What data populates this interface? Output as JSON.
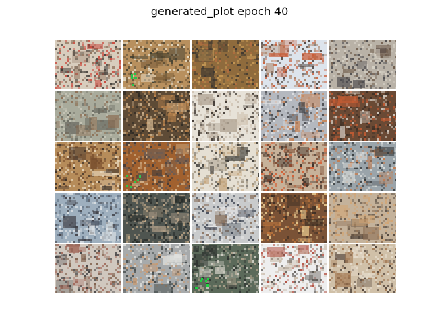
{
  "figure": {
    "title": "generated_plot epoch 40"
  },
  "grid": {
    "rows": 5,
    "cols": 5,
    "tiles": [
      {
        "colors": [
          "#d8cdbd",
          "#8a6b55",
          "#c9463a",
          "#3d3a36",
          "#e3ddd4"
        ]
      },
      {
        "colors": [
          "#b8905e",
          "#3b3b2e",
          "#e8e0cc",
          "#6d5232",
          "#27c44a"
        ]
      },
      {
        "colors": [
          "#8f6b3d",
          "#c89a56",
          "#3c3630",
          "#b56e40",
          "#e7dcc8"
        ]
      },
      {
        "colors": [
          "#dde4ec",
          "#a87b5d",
          "#c95b36",
          "#4a3f3a",
          "#f0f0f0"
        ]
      },
      {
        "colors": [
          "#b9b2a7",
          "#6d5a4a",
          "#d8d3c8",
          "#4b4a4d",
          "#8e7c6c"
        ]
      },
      {
        "colors": [
          "#a9ab9c",
          "#6a6b62",
          "#c8c6b8",
          "#8b6b50",
          "#3b3b34"
        ]
      },
      {
        "colors": [
          "#5e4b36",
          "#c48a50",
          "#2b2823",
          "#d5b891",
          "#7b6a59"
        ]
      },
      {
        "colors": [
          "#e7e2d8",
          "#ad9f8f",
          "#3a332d",
          "#d1c4b3",
          "#766251"
        ]
      },
      {
        "colors": [
          "#b4b8bf",
          "#45464a",
          "#c98456",
          "#e3e4e6",
          "#7f6b5c"
        ]
      },
      {
        "colors": [
          "#6a4a35",
          "#c65c33",
          "#d9d2c8",
          "#3a2d25",
          "#9c8068"
        ]
      },
      {
        "colors": [
          "#b68c5a",
          "#7a4f2e",
          "#e8d8bd",
          "#3a2f28",
          "#d66d3b"
        ]
      },
      {
        "colors": [
          "#a1612f",
          "#d3b38b",
          "#3f3a3a",
          "#6b5c55",
          "#33c24c"
        ]
      },
      {
        "colors": [
          "#e5dfd3",
          "#9b8f7b",
          "#3a3834",
          "#c4a57c",
          "#f1ede6"
        ]
      },
      {
        "colors": [
          "#c7b29a",
          "#7c4a30",
          "#d45e33",
          "#3c2d25",
          "#e4d6c5"
        ]
      },
      {
        "colors": [
          "#9aa4aa",
          "#35393b",
          "#d9dcd9",
          "#c67a4a",
          "#6d6a63"
        ]
      },
      {
        "colors": [
          "#9eafbe",
          "#5c6d80",
          "#e3e6e8",
          "#3f3f45",
          "#b28a6d"
        ]
      },
      {
        "colors": [
          "#4f5550",
          "#262a28",
          "#a89a86",
          "#c2a988",
          "#7e6f5f"
        ]
      },
      {
        "colors": [
          "#c9cbcc",
          "#3e4552",
          "#e8e8e8",
          "#876e5a",
          "#b64b32"
        ]
      },
      {
        "colors": [
          "#7a5236",
          "#c2783e",
          "#3a2d24",
          "#e8c98f",
          "#9c8775"
        ]
      },
      {
        "colors": [
          "#c4b29b",
          "#8e7055",
          "#d3a472",
          "#4b4037",
          "#e4ddd0"
        ]
      },
      {
        "colors": [
          "#d0c8bf",
          "#7d5c47",
          "#a1685a",
          "#3b3a3c",
          "#e8e3da"
        ]
      },
      {
        "colors": [
          "#a7aaab",
          "#3c4343",
          "#c9996f",
          "#e1e2df",
          "#6d6e68"
        ]
      },
      {
        "colors": [
          "#5b6a5a",
          "#2e3330",
          "#b2a58f",
          "#d3d1c7",
          "#1fd040"
        ]
      },
      {
        "colors": [
          "#eeeeee",
          "#c7b8a6",
          "#b04a3b",
          "#55504c",
          "#f7f7f7"
        ]
      },
      {
        "colors": [
          "#d0c0a8",
          "#a0744e",
          "#e9e0d2",
          "#4a3c33",
          "#c98a52"
        ]
      }
    ]
  }
}
